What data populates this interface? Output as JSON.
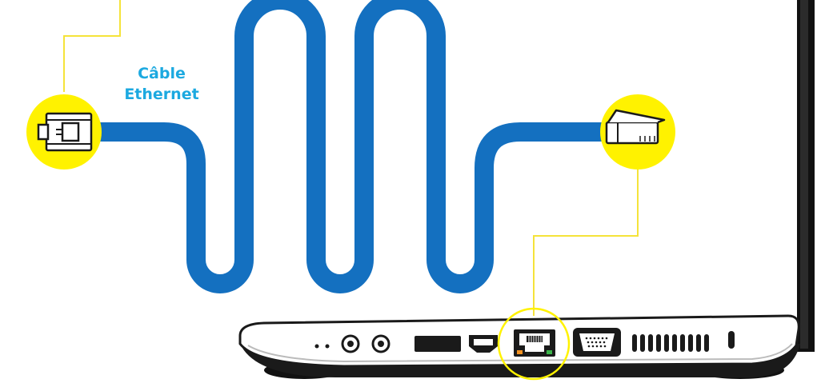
{
  "label": {
    "line1": "Câble",
    "line2": "Ethernet"
  },
  "colors": {
    "cable": "#1470c0",
    "callout": "#fff200",
    "callout_line": "#f5e33a",
    "outline": "#1a1a1a",
    "label_text": "#1ca9e0",
    "port_light_orange": "#f29222",
    "port_light_green": "#3bb54a"
  },
  "icons": {
    "left_connector": "rj45-plug-front-icon",
    "right_connector": "rj45-plug-side-icon",
    "laptop": "laptop-side-profile",
    "highlighted_port": "ethernet-port-icon"
  }
}
